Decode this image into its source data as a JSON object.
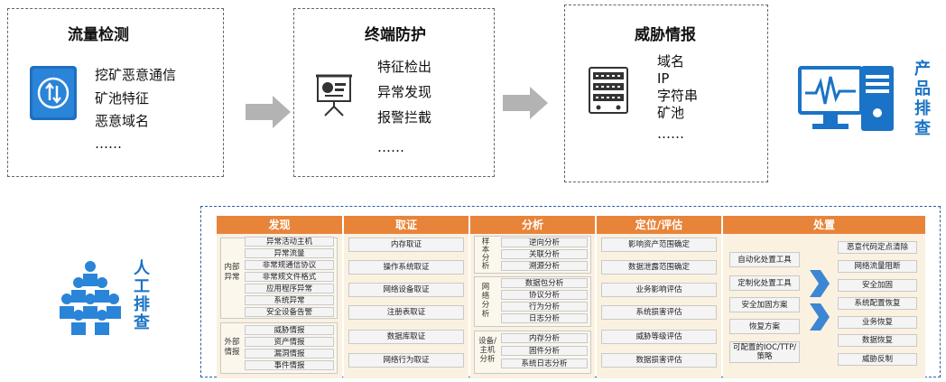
{
  "top": {
    "traffic": {
      "title": "流量检测",
      "lines": [
        "挖矿恶意通信",
        "矿池特征",
        "恶意域名",
        "……"
      ]
    },
    "endpoint": {
      "title": "终端防护",
      "lines": [
        "特征检出",
        "异常发现",
        "报警拦截",
        "……"
      ]
    },
    "intel": {
      "title": "威胁情报",
      "lines": [
        "域名",
        "IP",
        "字符串",
        "矿池",
        "……"
      ]
    },
    "product_label": [
      "产",
      "品",
      "排",
      "查"
    ]
  },
  "manual_label": [
    "人",
    "工",
    "排",
    "查"
  ],
  "panel": {
    "discover": {
      "header": "发现",
      "internal_group": "内部\n异常",
      "internal_items": [
        "异常活动主机",
        "异常流量",
        "非常规通信协议",
        "非常规文件格式",
        "应用程序异常",
        "系统异常",
        "安全设备告警"
      ],
      "external_group": "外部\n情报",
      "external_items": [
        "威胁情报",
        "资产情报",
        "漏洞情报",
        "事件情报"
      ]
    },
    "evidence": {
      "header": "取证",
      "items": [
        "内存取证",
        "操作系统取证",
        "网络设备取证",
        "注册表取证",
        "数据库取证",
        "网络行为取证"
      ]
    },
    "analysis": {
      "header": "分析",
      "groups": [
        {
          "label": "样\n本\n分\n析",
          "items": [
            "逆向分析",
            "关联分析",
            "溯源分析"
          ]
        },
        {
          "label": "网\n络\n分\n析",
          "items": [
            "数据包分析",
            "协议分析",
            "行为分析",
            "日志分析"
          ]
        },
        {
          "label": "设备/\n主机\n分析",
          "items": [
            "内存分析",
            "固件分析",
            "系统日志分析"
          ]
        }
      ]
    },
    "locate": {
      "header": "定位/评估",
      "items": [
        "影响资产范围确定",
        "数据泄露范围确定",
        "业务影响评估",
        "系统损害评估",
        "威胁等级评估",
        "数据损害评估"
      ]
    },
    "dispose": {
      "header": "处置",
      "left_items": [
        "自动化处置工具",
        "定制化处置工具",
        "安全加固方案",
        "恢复方案",
        "可配置的IOC/TTP/\n策略"
      ],
      "right_items": [
        "恶意代码定点清除",
        "网络流量阻断",
        "安全加固",
        "系统配置恢复",
        "业务恢复",
        "数据恢复",
        "威胁反制"
      ]
    }
  },
  "colors": {
    "header_orange": "#e8843a",
    "accent_blue": "#1a73c6",
    "panel_border": "#2b5fa8",
    "arrow_gray": "#b3b3b3"
  },
  "icons": [
    "traffic-monitor-icon",
    "presentation-board-icon",
    "server-rack-icon",
    "computer-monitor-icon",
    "people-group-icon"
  ]
}
